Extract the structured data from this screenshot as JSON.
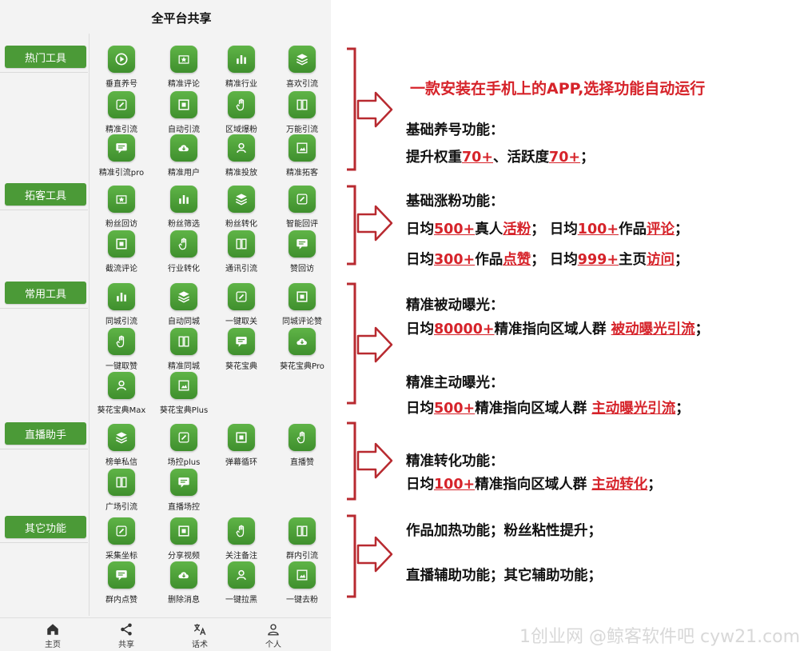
{
  "app": {
    "title": "全平台共享",
    "categories": [
      {
        "label": "热门工具",
        "tools": [
          "垂直养号",
          "精准评论",
          "精准行业",
          "喜欢引流",
          "精准引流",
          "自动引流",
          "区域爆粉",
          "万能引流",
          "精准引流pro",
          "精准用户",
          "精准投放",
          "精准拓客"
        ]
      },
      {
        "label": "拓客工具",
        "tools": [
          "粉丝回访",
          "粉丝筛选",
          "粉丝转化",
          "智能回评",
          "截流评论",
          "行业转化",
          "通讯引流",
          "赞回访"
        ]
      },
      {
        "label": "常用工具",
        "tools": [
          "同城引流",
          "自动同城",
          "一键取关",
          "同城评论赞",
          "一键取赞",
          "精准同城",
          "葵花宝典",
          "葵花宝典Pro",
          "葵花宝典Max",
          "葵花宝典Plus"
        ]
      },
      {
        "label": "直播助手",
        "tools": [
          "榜单私信",
          "场控plus",
          "弹幕循环",
          "直播赞",
          "广场引流",
          "直播场控"
        ]
      },
      {
        "label": "其它功能",
        "tools": [
          "采集坐标",
          "分享视频",
          "关注备注",
          "群内引流",
          "群内点赞",
          "删除消息",
          "一键拉黑",
          "一键去粉"
        ]
      }
    ],
    "nav": [
      {
        "label": "主页",
        "icon": "home-icon"
      },
      {
        "label": "共享",
        "icon": "share-icon"
      },
      {
        "label": "话术",
        "icon": "translate-icon"
      },
      {
        "label": "个人",
        "icon": "person-icon"
      }
    ]
  },
  "headline": "一款安装在手机上的APP,选择功能自动运行",
  "descriptions": {
    "s1_title": "基础养号功能：",
    "s1_l1": [
      "提升权重",
      "70+",
      "、活跃度",
      "70+",
      "；"
    ],
    "s2_title": "基础涨粉功能：",
    "s2_l1": [
      "日均",
      "500+",
      "真人",
      "活粉",
      "；  日均",
      "100+",
      "作品",
      "评论",
      "；"
    ],
    "s2_l2": [
      "日均",
      "300+",
      "作品",
      "点赞",
      "；  日均",
      "999+",
      "主页",
      "访问",
      "；"
    ],
    "s3_title": "精准被动曝光：",
    "s3_l1": [
      "日均",
      "80000+",
      "精准指向区域人群 ",
      "被动曝光引流",
      "；"
    ],
    "s4_title": "精准主动曝光：",
    "s4_l1": [
      "日均",
      "500+",
      "精准指向区域人群 ",
      "主动曝光引流",
      "；"
    ],
    "s5_title": "精准转化功能：",
    "s5_l1": [
      "日均",
      "100+",
      "精准指向区域人群 ",
      "主动转化",
      "；"
    ],
    "s6_l1": "作品加热功能；粉丝粘性提升；",
    "s6_l2": "直播辅助功能；其它辅助功能；"
  },
  "watermark": "1创业网 @鲸客软件吧 cyw21.com",
  "colors": {
    "green": "#4b9a37",
    "red": "#d6232a",
    "bracket": "#b82a30"
  }
}
